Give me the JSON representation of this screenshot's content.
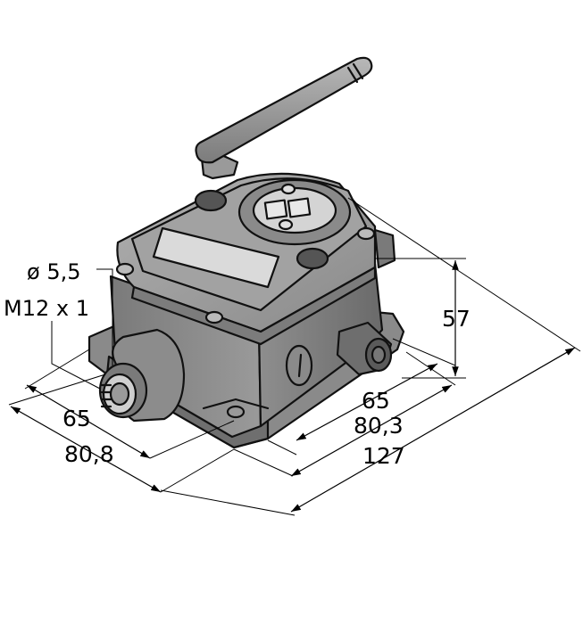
{
  "annotations": {
    "hole_diameter": "ø 5,5",
    "connector_thread": "M12 x 1"
  },
  "dimensions": {
    "height": "57",
    "right_depth_inner": "65",
    "right_depth_outer": "80,3",
    "overall_length": "127",
    "left_width_inner": "65",
    "left_width_outer": "80,8"
  },
  "colors": {
    "housing_top": "#9a9a9a",
    "housing_side_dark": "#6f6f6f",
    "housing_side_light": "#8c8c8c",
    "display_window": "#d8d8d8",
    "line": "#000000"
  }
}
